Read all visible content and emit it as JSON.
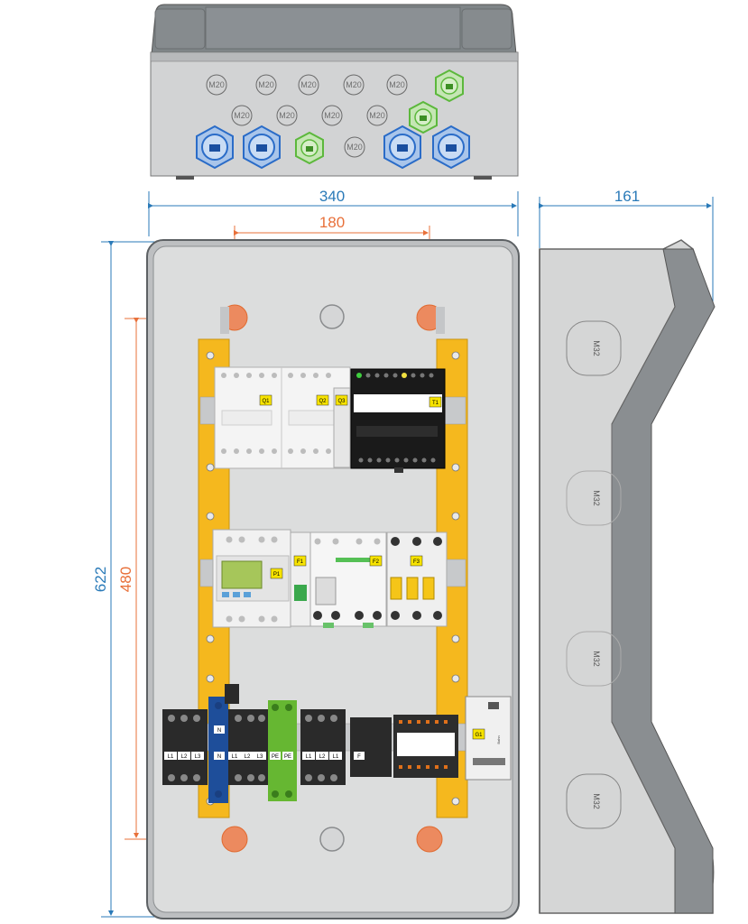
{
  "dimensions": {
    "top_width": "340",
    "mount_width": "180",
    "side_depth": "161",
    "total_height": "622",
    "mount_height": "480"
  },
  "colors": {
    "blue_dim": "#2a7ab8",
    "orange_dim": "#e8703a",
    "rail_yellow": "#f5b81e",
    "gland_blue": "#2a6cc8",
    "gland_green": "#5cb83c",
    "enclosure_gray": "#d4d4d4",
    "lid_gray": "#8a8f92"
  },
  "gland_labels": {
    "m20": "M20",
    "m32": "M32"
  },
  "device_labels": {
    "q1": "Q1",
    "q2": "Q2",
    "q3": "Q3",
    "t1": "T1",
    "p1": "P1",
    "f1": "F1",
    "f2": "F2",
    "f3": "F3",
    "g1": "G1",
    "g1_side": "Bahn"
  },
  "terminal_labels": [
    "N",
    "L1",
    "L2",
    "L3",
    "L1",
    "L2",
    "L3",
    "N",
    "PE",
    "PE",
    "L1",
    "L2",
    "L1",
    "F"
  ]
}
